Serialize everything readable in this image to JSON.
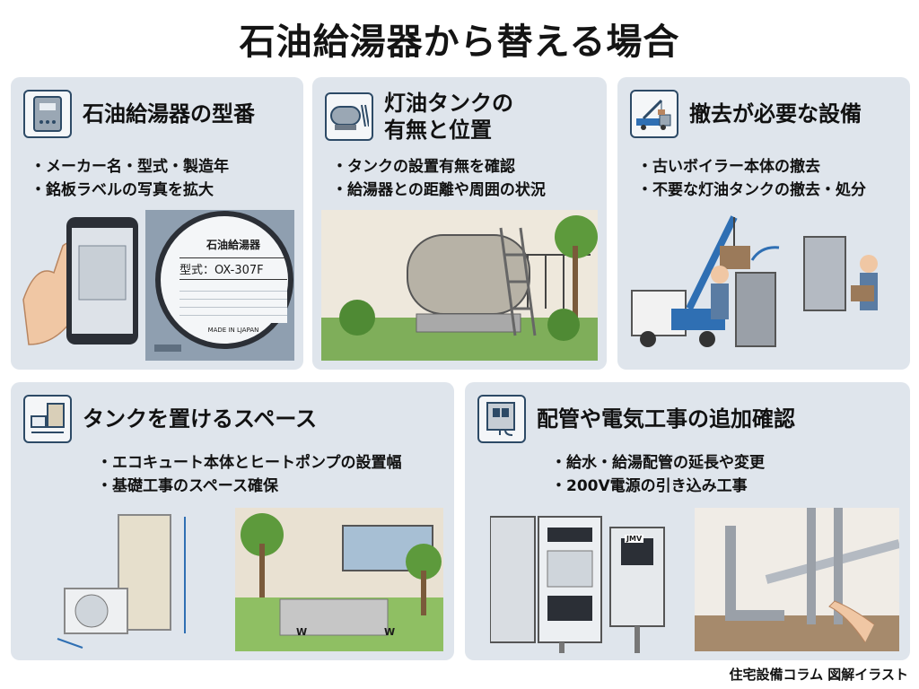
{
  "title": "石油給湯器から替える場合",
  "cards": [
    {
      "title_lines": [
        "石油給湯器の型番"
      ],
      "bullets": [
        "メーカー名・型式・製造年",
        "銘板ラベルの写真を拡大"
      ],
      "nameplate": {
        "heading": "石油給湯器",
        "model": "型式：OX-307F",
        "footer": "MADE IN LJAPAN"
      }
    },
    {
      "title_lines": [
        "灯油タンクの",
        "有無と位置"
      ],
      "bullets": [
        "タンクの設置有無を確認",
        "給湯器との距離や周囲の状況"
      ]
    },
    {
      "title_lines": [
        "撤去が必要な設備"
      ],
      "bullets": [
        "古いボイラー本体の撤去",
        "不要な灯油タンクの撤去・処分"
      ]
    },
    {
      "title_lines": [
        "タンクを置けるスペース"
      ],
      "bullets": [
        "エコキュート本体とヒートポンプの設置幅",
        "基礎工事のスペース確保"
      ],
      "width_labels": [
        "W",
        "W"
      ]
    },
    {
      "title_lines": [
        "配管や電気工事の追加確認"
      ],
      "bullets": [
        "給水・給湯配管の延長や変更",
        "200V電源の引き込み工事"
      ],
      "panel_label": "JMV"
    }
  ],
  "footer": "住宅設備コラム 図解イラスト",
  "colors": {
    "card_bg": "#dfe5ec",
    "icon_border": "#2d4a66",
    "accent_blue": "#2f6fb3"
  },
  "icons": [
    "water-heater-icon",
    "oil-tank-icon",
    "crane-truck-icon",
    "space-measure-icon",
    "electric-panel-icon"
  ]
}
